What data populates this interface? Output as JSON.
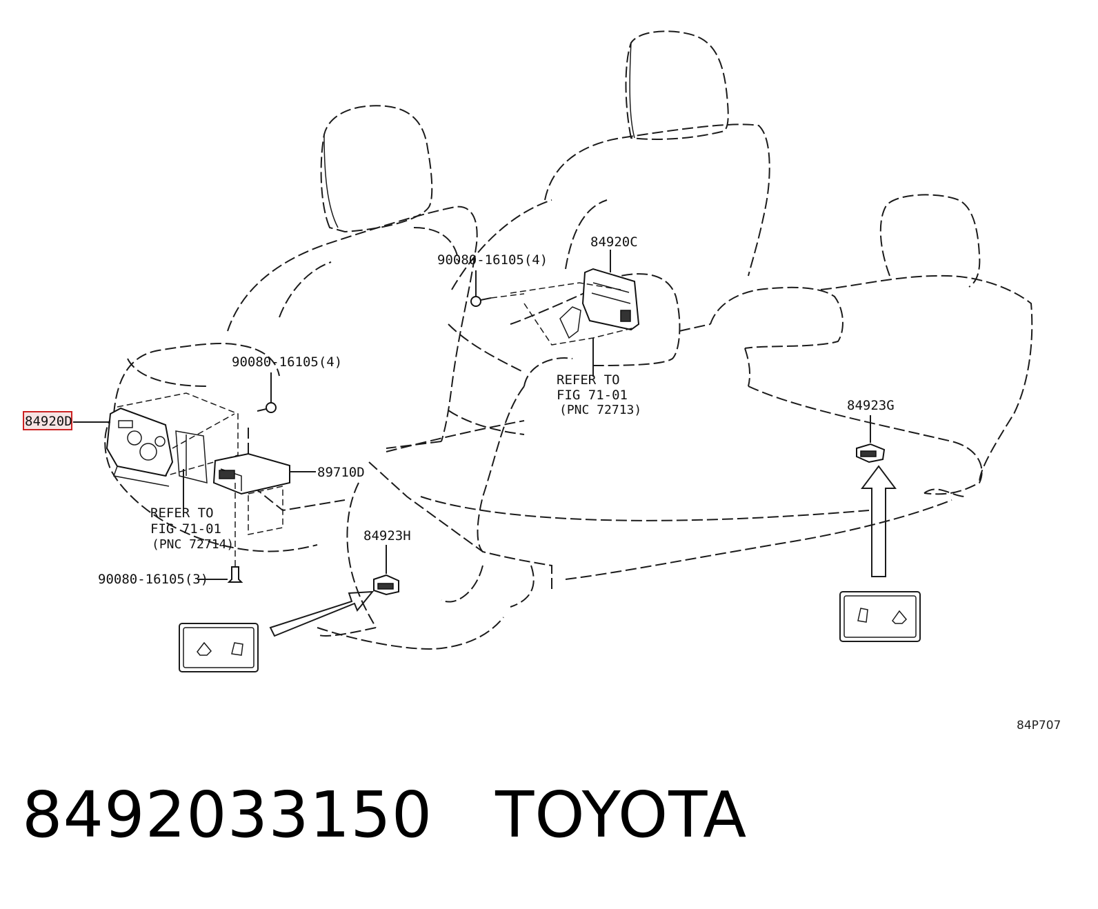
{
  "callouts": {
    "p84920D": "84920D",
    "p84920C": "84920C",
    "p89710D": "89710D",
    "p84923H": "84923H",
    "p84923G": "84923G",
    "bolt_top": "90080-16105(4)",
    "bolt_left": "90080-16105(4)",
    "bolt_bottom": "90080-16105(3)"
  },
  "refer_left": {
    "line1": "REFER TO",
    "line2": "FIG 71-01",
    "line3": "(PNC 72714)"
  },
  "refer_right": {
    "line1": "REFER TO",
    "line2": "FIG 71-01",
    "line3": "(PNC 72713)"
  },
  "figure_code": "84P707",
  "footer": {
    "part_number": "8492033150",
    "brand": "TOYOTA"
  },
  "colors": {
    "highlight_border": "#cc2222",
    "line": "#1a1a1a"
  }
}
